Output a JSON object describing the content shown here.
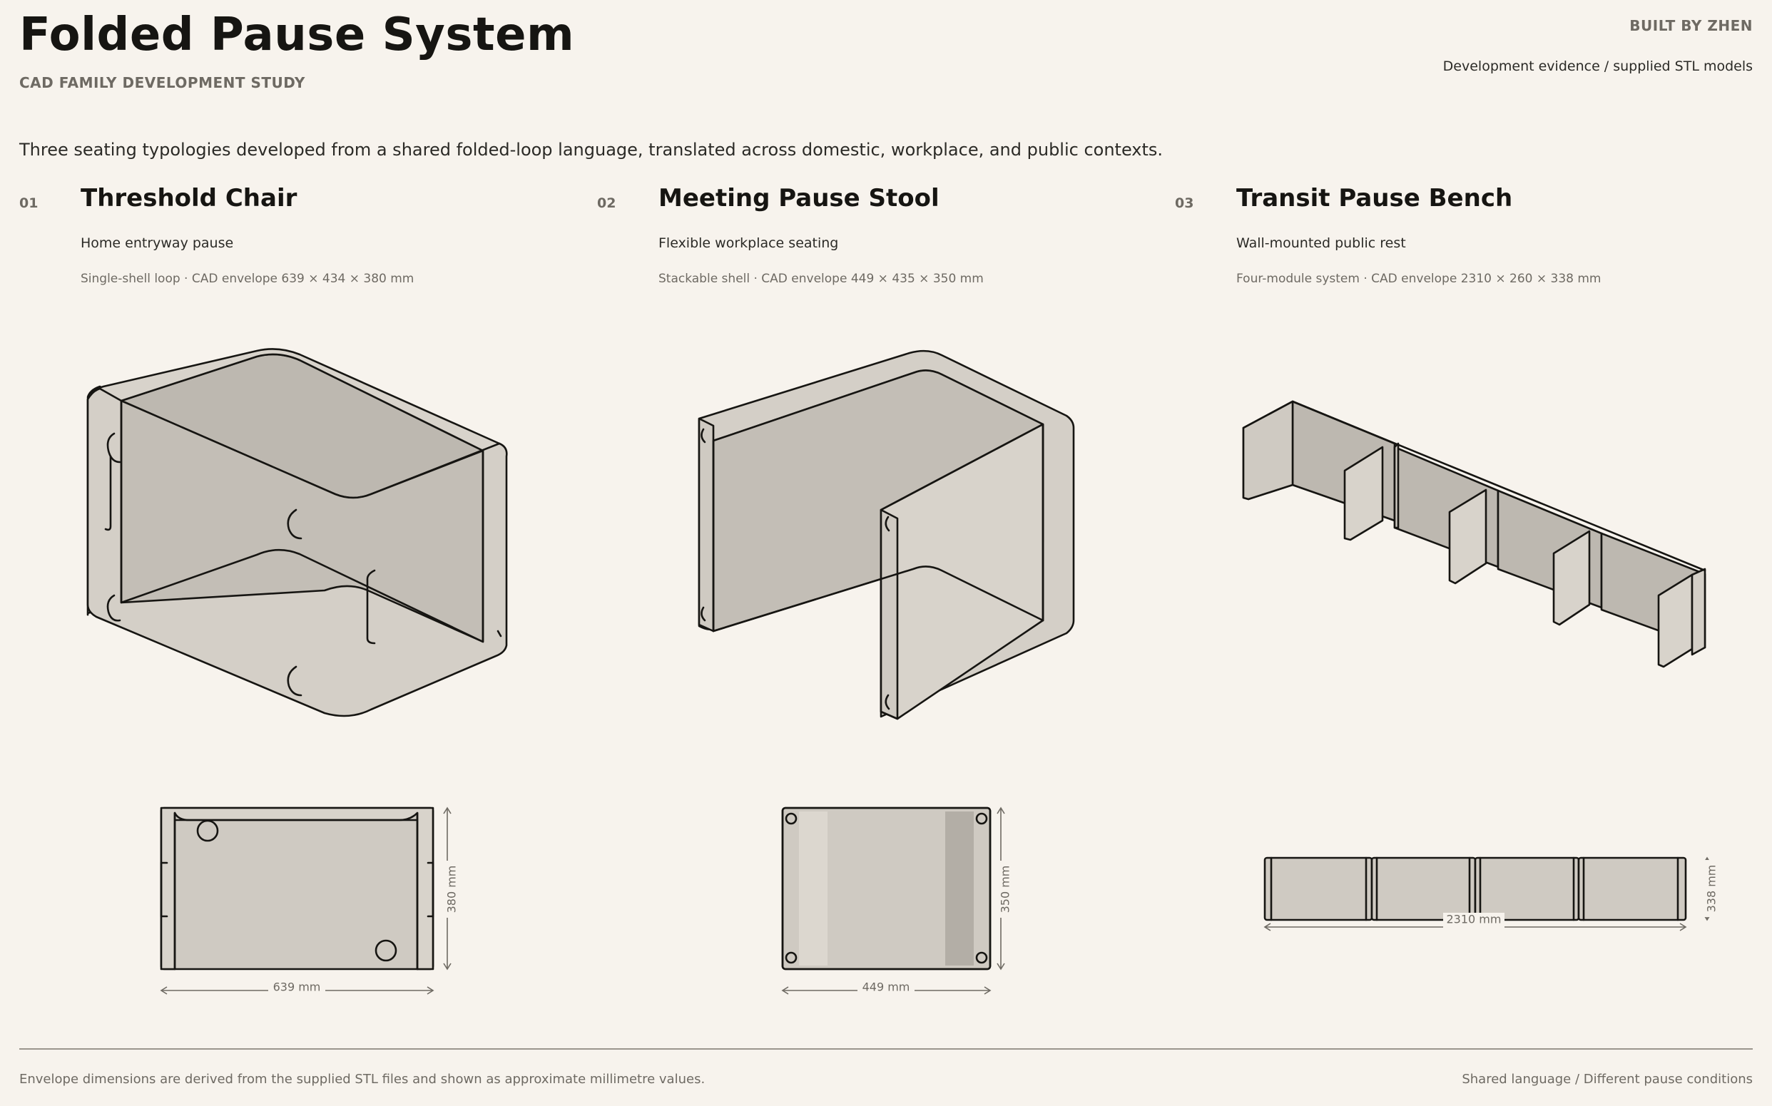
{
  "header": {
    "title": "Folded Pause System",
    "subtitle": "CAD FAMILY DEVELOPMENT STUDY",
    "built_by": "BUILT BY ZHEN",
    "evidence": "Development evidence / supplied STL models"
  },
  "intro": "Three seating typologies developed from a shared folded-loop language, translated across domestic, workplace, and public contexts.",
  "products": [
    {
      "number": "01",
      "name": "Threshold Chair",
      "use": "Home entryway pause",
      "spec": "Single-shell loop  ·  CAD envelope 639 × 434 × 380 mm",
      "width_label": "639 mm",
      "height_label": "380 mm"
    },
    {
      "number": "02",
      "name": "Meeting Pause Stool",
      "use": "Flexible workplace seating",
      "spec": "Stackable shell  ·  CAD envelope 449 × 435 × 350 mm",
      "width_label": "449 mm",
      "height_label": "350 mm"
    },
    {
      "number": "03",
      "name": "Transit Pause Bench",
      "use": "Wall-mounted public rest",
      "spec": "Four-module system  ·  CAD envelope 2310 × 260 × 338 mm",
      "width_label": "2310 mm",
      "height_label": "338 mm"
    }
  ],
  "footer": {
    "note": "Envelope dimensions are derived from the supplied STL files and shown as approximate millimetre values.",
    "tagline": "Shared language  /  Different pause conditions"
  }
}
